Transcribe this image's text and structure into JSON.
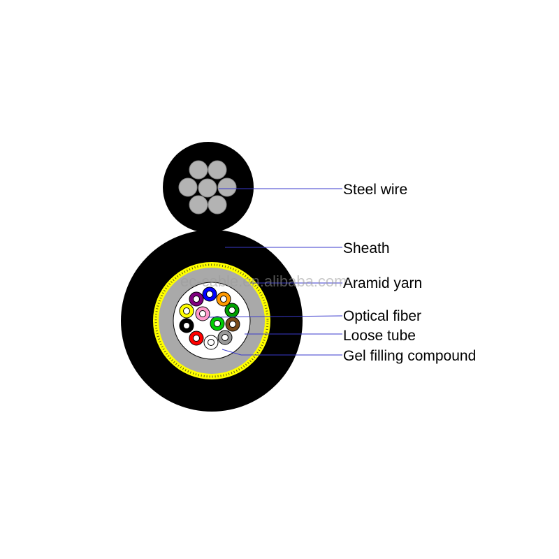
{
  "labels": {
    "steel_wire": "Steel wire",
    "sheath": "Sheath",
    "aramid_yarn": "Aramid yarn",
    "optical_fiber": "Optical fiber",
    "loose_tube": "Loose tube",
    "gel_filling": "Gel filling compound"
  },
  "watermark": "ec-cable.en.alibaba.com",
  "colors": {
    "sheath": "#000000",
    "aramid_yarn": "#ffff00",
    "loose_tube": "#a9a9a9",
    "steel_wire": "#b3b3b3",
    "leader_line": "#3a3acc",
    "fibers": [
      "#800080",
      "#0000ff",
      "#ff9900",
      "#00a000",
      "#7a4a1a",
      "#999999",
      "#ffffff",
      "#ff0000",
      "#000000",
      "#ffff00",
      "#ff99cc",
      "#00cc00"
    ]
  }
}
